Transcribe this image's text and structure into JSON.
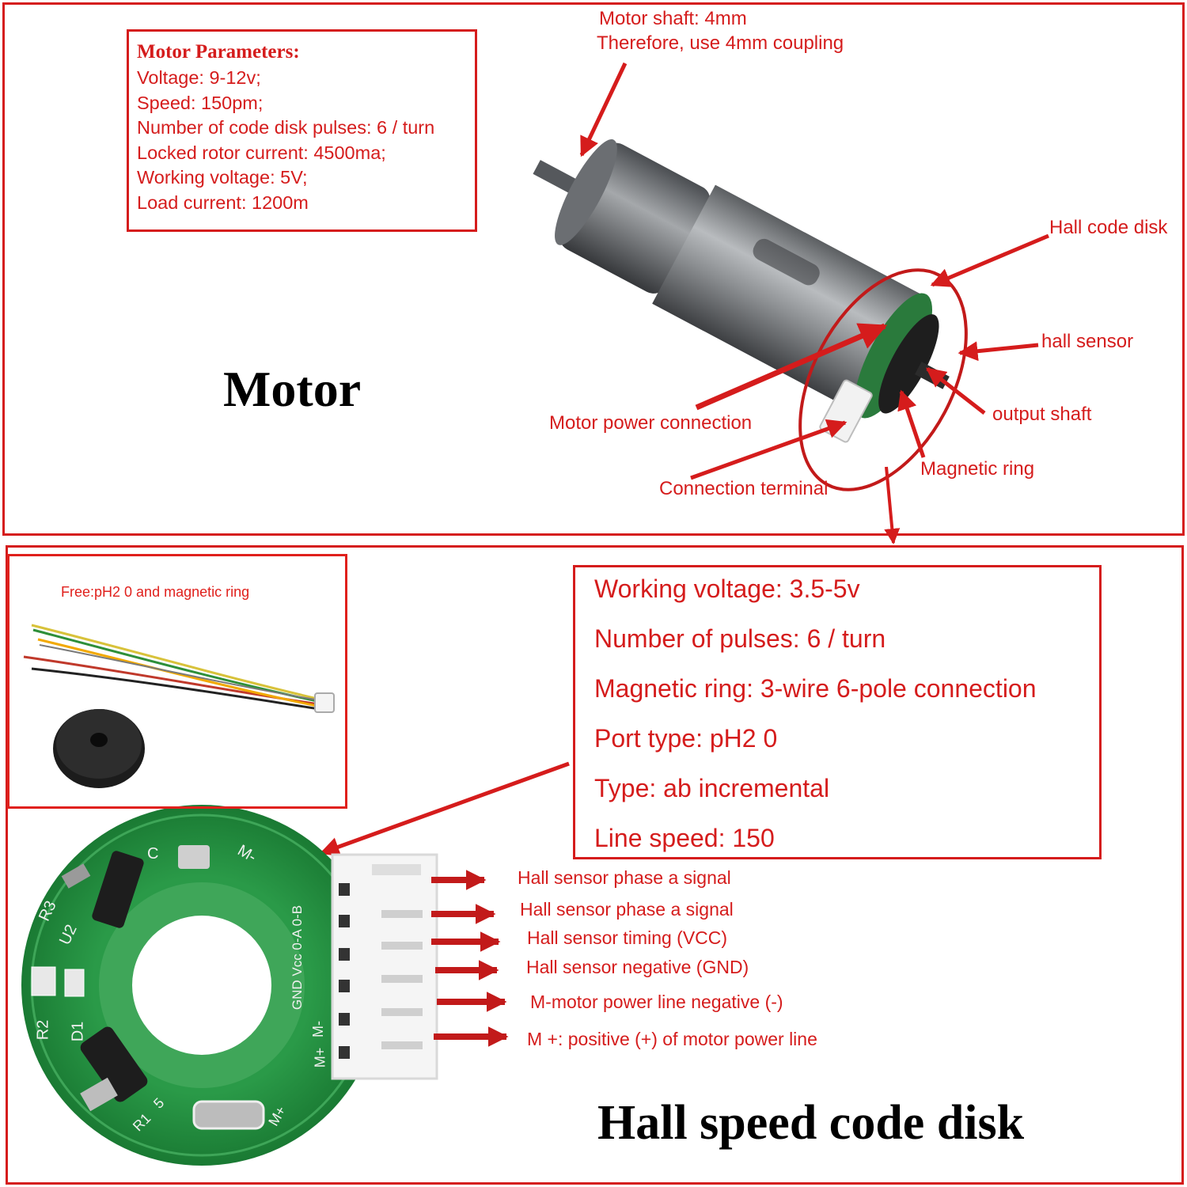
{
  "motor_section": {
    "title": "Motor",
    "parameters": {
      "heading": "Motor Parameters:",
      "lines": [
        "Voltage: 9-12v;",
        "Speed: 150pm;",
        "Number of code disk pulses: 6 / turn",
        "Locked rotor current: 4500ma;",
        "Working voltage: 5V;",
        "Load current: 1200m"
      ]
    },
    "callouts": {
      "shaft_line1": "Motor shaft: 4mm",
      "shaft_line2": "Therefore, use 4mm coupling",
      "hall_code_disk": "Hall code disk",
      "hall_sensor": "hall sensor",
      "output_shaft": "output shaft",
      "magnetic_ring": "Magnetic ring",
      "motor_power_connection": "Motor power connection",
      "connection_terminal": "Connection terminal"
    }
  },
  "encoder_section": {
    "title": "Hall speed code disk",
    "free_note": "Free:pH2 0 and magnetic ring",
    "specs": [
      "Working voltage: 3.5-5v",
      "Number of pulses: 6 / turn",
      "Magnetic ring: 3-wire 6-pole connection",
      "Port type: pH2 0",
      "Type: ab incremental",
      "Line speed: 150"
    ],
    "pins": [
      "Hall sensor phase a signal",
      "Hall sensor phase a signal",
      "Hall sensor timing (VCC)",
      "Hall sensor negative (GND)",
      "M-motor power line negative (-)",
      "M +: positive (+) of motor power line"
    ],
    "pcb_silkscreen": {
      "r3": "R3",
      "u2": "U2",
      "r2": "R2",
      "d1": "D1",
      "c": "C",
      "m_minus": "M-",
      "m_plus": "M+",
      "pins_text": "GND Vcc 0-A 0-B",
      "m_minus2": "M-",
      "m_plus2": "M+",
      "r1": "R1",
      "s": "5"
    }
  },
  "colors": {
    "accent_red": "#d51c1c",
    "pcb_green": "#1f8a3c"
  }
}
